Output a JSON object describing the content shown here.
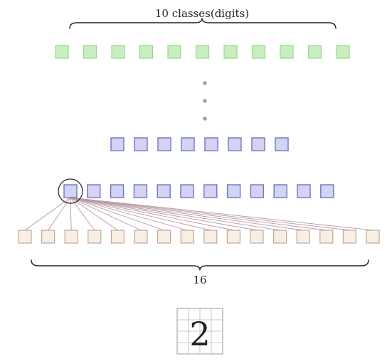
{
  "labels": {
    "top_brace": "10 classes(digits)",
    "bottom_brace": "16",
    "input_digit": "2"
  },
  "layers": {
    "output_nodes": 11,
    "upper_hidden_nodes": 8,
    "lower_hidden_nodes": 12,
    "input_nodes": 16,
    "ellipsis_dots": 3
  },
  "colors": {
    "output": "#c8eec0",
    "hidden": "#d3d3f3",
    "input": "#f7efe4",
    "connection": "#b89aa5"
  },
  "grid": {
    "rows": 4,
    "cols": 4
  }
}
